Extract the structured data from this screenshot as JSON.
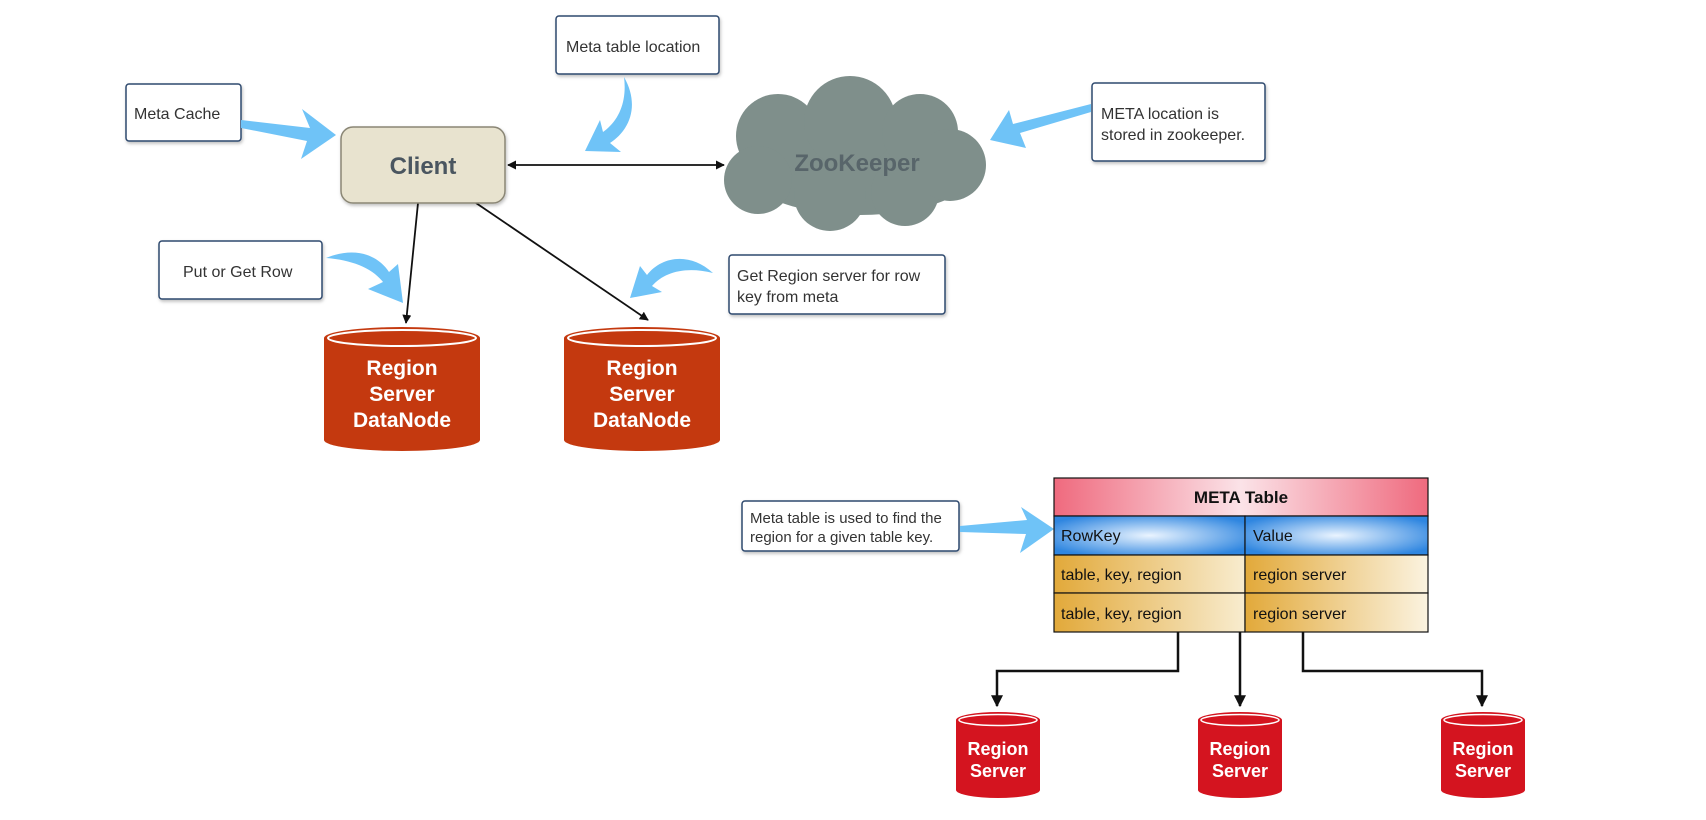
{
  "nodes": {
    "client": "Client",
    "zookeeper": "ZooKeeper",
    "region_server_top_left": [
      "Region",
      "Server",
      "DataNode"
    ],
    "region_server_top_right": [
      "Region",
      "Server",
      "DataNode"
    ],
    "region_server_bottom": [
      "Region",
      "Server"
    ]
  },
  "callouts": {
    "meta_cache": [
      "Meta Cache"
    ],
    "meta_table_location": [
      "Meta table location"
    ],
    "meta_location_stored": [
      "META location is",
      "stored in zookeeper."
    ],
    "put_or_get_row": [
      "Put or Get Row"
    ],
    "get_region_server": [
      "Get Region server for row",
      "key from meta"
    ],
    "meta_table_used": [
      "Meta table is used to find the",
      "region for a given table key."
    ]
  },
  "meta_table": {
    "title": "META Table",
    "columns": [
      "RowKey",
      "Value"
    ],
    "rows": [
      [
        "table, key, region",
        "region server"
      ],
      [
        "table, key, region",
        "region server"
      ]
    ]
  },
  "colors": {
    "callout_arrow": "#6fc3f7",
    "client_fill": "#e8e3cf",
    "zookeeper_fill": "#7f8f8b",
    "region_server_dark": "#c4390f",
    "region_server_red": "#d4141f",
    "table_header": "#f17e8d",
    "table_columns": "#3d92e6",
    "table_rows": "#e6b54a"
  }
}
